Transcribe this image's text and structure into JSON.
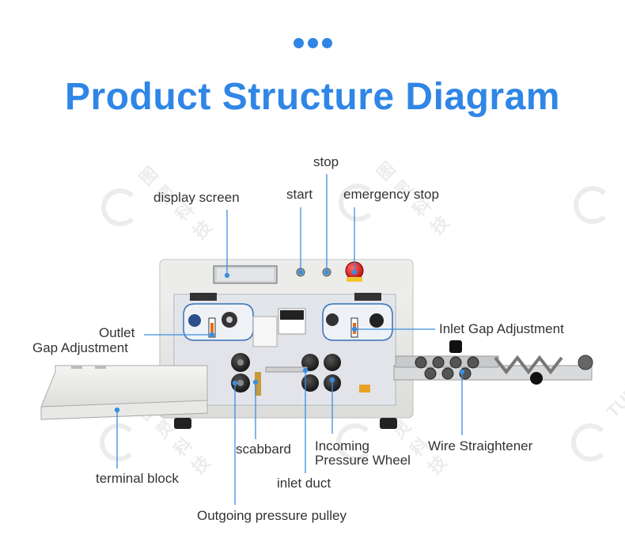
{
  "title": "Product Structure Diagram",
  "colors": {
    "accent": "#2f86e6",
    "leader_line": "#3a8ee0",
    "text": "#333333",
    "watermark": "#ececec"
  },
  "watermark": {
    "cn": "图灵科技",
    "en": "TURING"
  },
  "labels": {
    "stop": "stop",
    "start": "start",
    "emergency_stop": "emergency stop",
    "display_screen": "display screen",
    "outlet_gap_line1": "Outlet",
    "outlet_gap_line2": "Gap Adjustment",
    "inlet_gap": "Inlet Gap Adjustment",
    "scabbard": "scabbard",
    "incoming_line1": "Incoming",
    "incoming_line2": "Pressure Wheel",
    "wire_straightener": "Wire Straightener",
    "terminal_block": "terminal block",
    "inlet_duct": "inlet duct",
    "outgoing_pulley": "Outgoing pressure pulley"
  }
}
